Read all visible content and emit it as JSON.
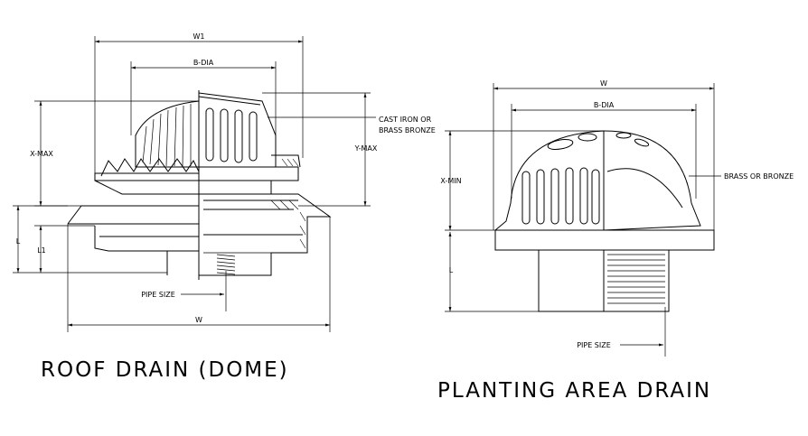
{
  "roof_drain": {
    "title": "ROOF DRAIN (DOME)",
    "labels": {
      "w1": "W1",
      "b_dia": "B-DIA",
      "x_max": "X-MAX",
      "y_max": "Y-MAX",
      "l": "L",
      "l1": "L1",
      "pipe_size": "PIPE SIZE",
      "w": "W"
    },
    "material_note_line1": "CAST IRON OR",
    "material_note_line2": "BRASS BRONZE"
  },
  "planting_drain": {
    "title": "PLANTING AREA DRAIN",
    "labels": {
      "w": "W",
      "b_dia": "B-DIA",
      "x_min": "X-MIN",
      "l": "L",
      "pipe_size": "PIPE SIZE"
    },
    "material_note": "BRASS OR BRONZE"
  },
  "colors": {
    "line": "#000000",
    "background": "#ffffff"
  }
}
